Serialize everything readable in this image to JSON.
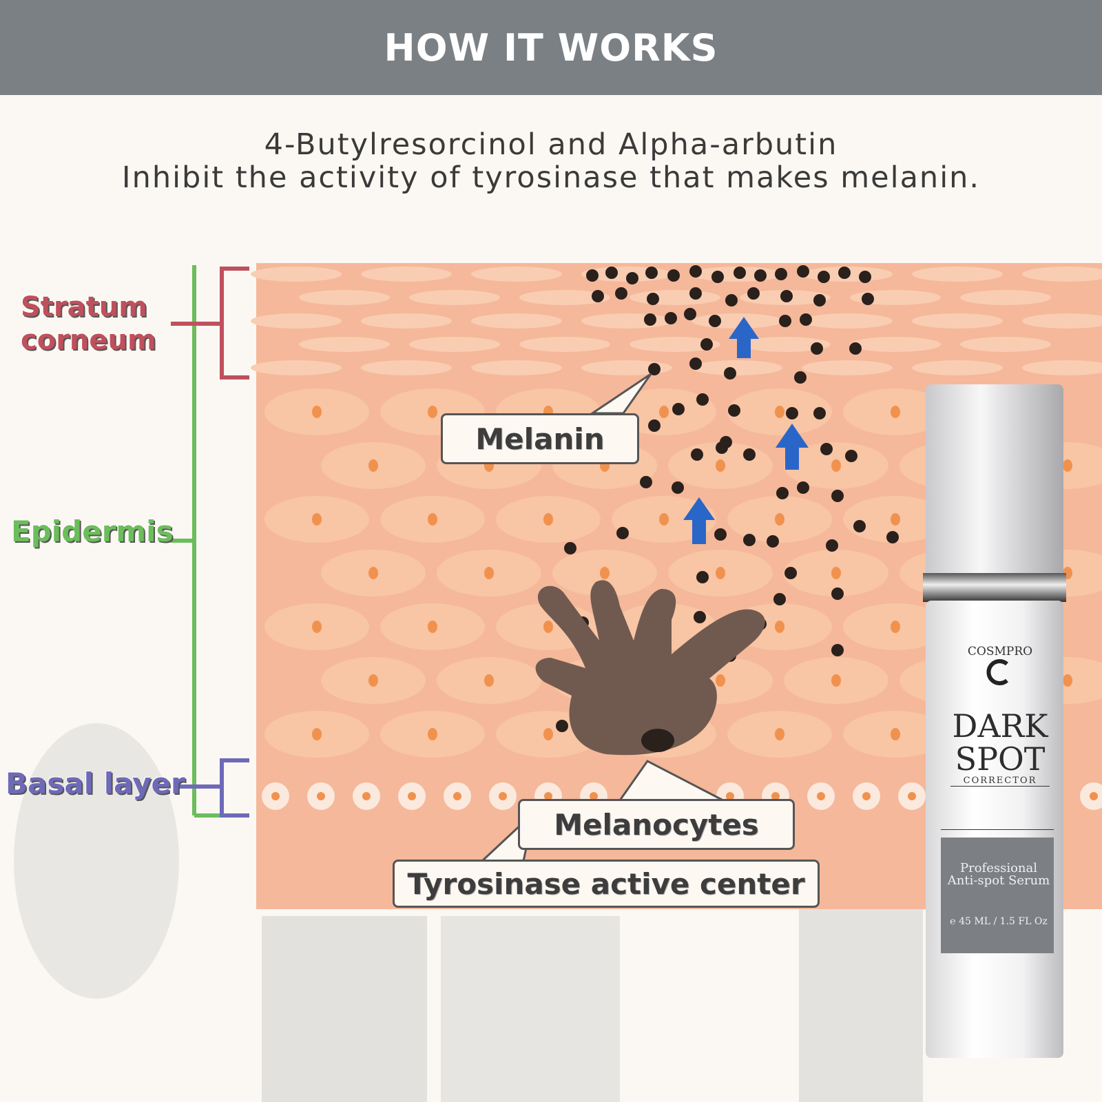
{
  "header": {
    "title": "HOW IT WORKS"
  },
  "subtitle": {
    "line1": "4-Butylresorcinol and Alpha-arbutin",
    "line2": "Inhibit the activity of tyrosinase that makes melanin."
  },
  "diagram": {
    "layers": {
      "stratum": "Stratum\ncorneum",
      "epidermis": "Epidermis",
      "basal": "Basal layer"
    },
    "callouts": {
      "melanin": "Melanin",
      "melanocytes": "Melanocytes",
      "tyrosinase": "Tyrosinase active center"
    },
    "colors": {
      "stratum": "#c0505c",
      "epidermis": "#6cbd5c",
      "basal": "#6e6ab8",
      "skin": "#f5b89a",
      "cell": "#f8c8a8",
      "melanocyte": "#705a50",
      "arrow": "#2a66c8"
    }
  },
  "product": {
    "brand": "COSMPRO",
    "name_line1": "DARK",
    "name_line2": "SPOT",
    "name_line3": "CORRECTOR",
    "desc_line1": "Professional",
    "desc_line2": "Anti-spot Serum",
    "volume": "℮ 45 ML / 1.5 FL Oz"
  }
}
